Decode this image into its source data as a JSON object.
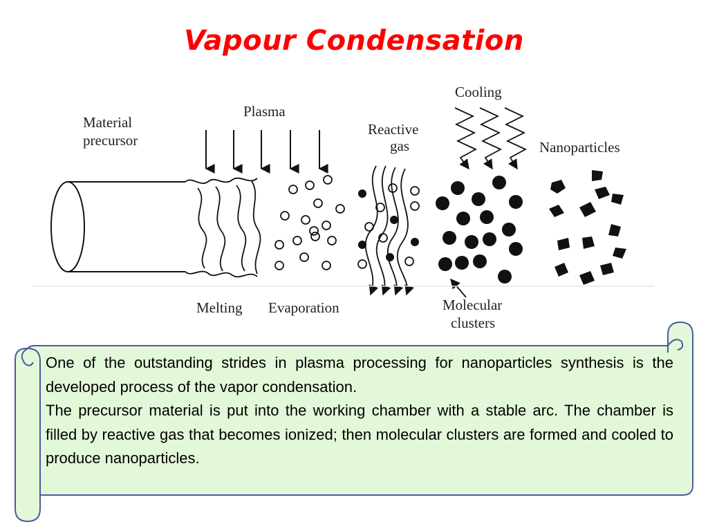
{
  "title": "Vapour Condensation",
  "diagram": {
    "labels": {
      "material_precursor_1": "Material",
      "material_precursor_2": "precursor",
      "plasma": "Plasma",
      "reactive_gas_1": "Reactive",
      "reactive_gas_2": "gas",
      "cooling": "Cooling",
      "nanoparticles": "Nanoparticles",
      "melting": "Melting",
      "evaporation": "Evaporation",
      "molecular_clusters_1": "Molecular",
      "molecular_clusters_2": "clusters"
    }
  },
  "description": {
    "paragraphs": [
      "One of the outstanding strides in plasma processing for nanoparticles synthesis is the developed process of the vapor condensation.",
      "The precursor material is put into the working chamber with a stable arc. The chamber is filled by reactive gas that becomes ionized; then molecular clusters are formed and cooled to produce nanoparticles."
    ]
  },
  "colors": {
    "title": "#ff0000",
    "scroll_fill": "#e3f8d8",
    "scroll_stroke": "#4a5a9a"
  }
}
